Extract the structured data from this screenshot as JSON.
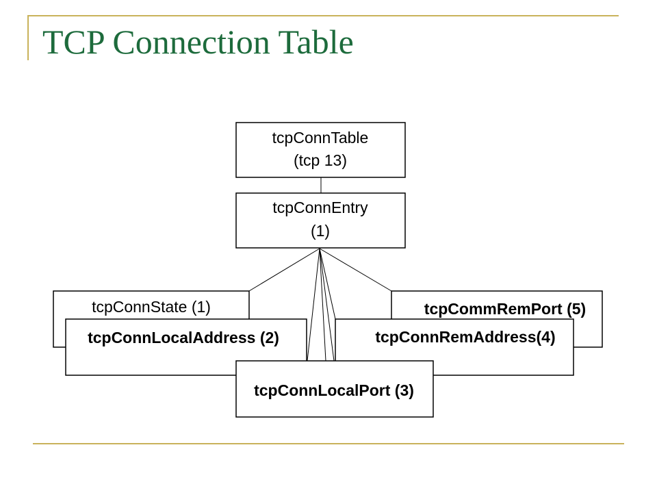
{
  "title": "TCP Connection Table",
  "colors": {
    "title": "#1d6b3c",
    "rule": "#c9b25a"
  },
  "nodes": {
    "table": {
      "line1": "tcpConnTable",
      "line2": "(tcp 13)"
    },
    "entry": {
      "line1": "tcpConnEntry",
      "line2": "(1)"
    },
    "state": {
      "label": "tcpConnState (1)"
    },
    "local_address": {
      "label": "tcpConnLocalAddress (2)"
    },
    "local_port": {
      "label": "tcpConnLocalPort (3)"
    },
    "rem_address": {
      "label": "tcpConnRemAddress(4)"
    },
    "rem_port": {
      "label": "tcpCommRemPort (5)"
    }
  }
}
